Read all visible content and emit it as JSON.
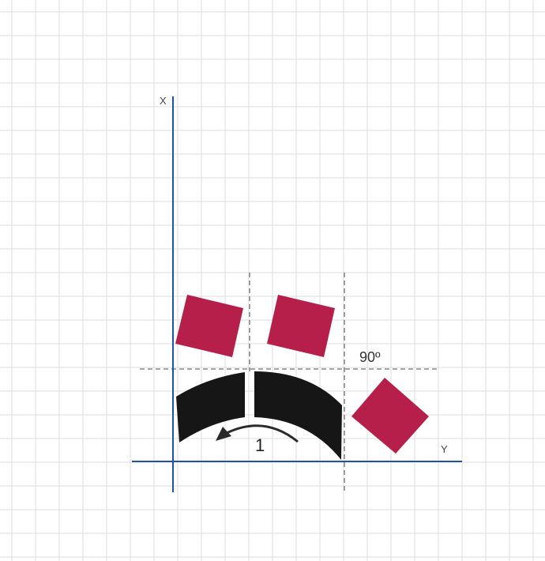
{
  "axes": {
    "x_label": "X",
    "y_label": "Y"
  },
  "angle_label": "90º",
  "step_label": "1",
  "colors": {
    "grid": "#dddddd",
    "axis": "#1f55a0",
    "square": "#b51f4a",
    "segment": "#161616",
    "dash": "#888888"
  }
}
